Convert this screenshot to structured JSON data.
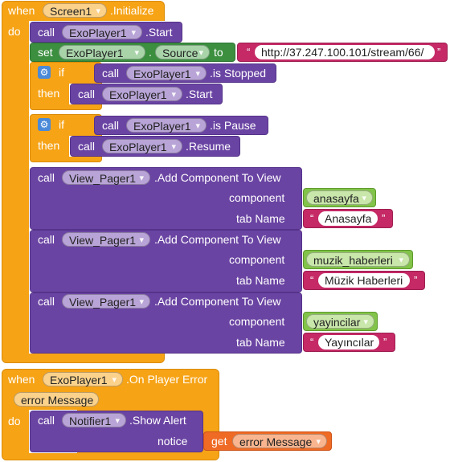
{
  "screen_init": {
    "when": "when",
    "component": "Screen1",
    "event": ".Initialize",
    "do": "do",
    "start_call": {
      "call": "call",
      "component": "ExoPlayer1",
      "method": ".Start"
    },
    "set_source": {
      "set": "set",
      "component": "ExoPlayer1",
      "dot": ".",
      "property": "Source",
      "to": "to",
      "url": "http://37.247.100.101/stream/66/"
    },
    "if_stopped": {
      "if": "if",
      "then": "then",
      "call": "call",
      "component": "ExoPlayer1",
      "method": ".is Stopped",
      "then_call": "call",
      "then_component": "ExoPlayer1",
      "then_method": ".Start"
    },
    "if_pause": {
      "if": "if",
      "then": "then",
      "call": "call",
      "component": "ExoPlayer1",
      "method": ".is Pause",
      "then_call": "call",
      "then_component": "ExoPlayer1",
      "then_method": ".Resume"
    },
    "add_views": [
      {
        "call": "call",
        "component": "View_Pager1",
        "method": ".Add Component To View",
        "component_label": "component",
        "tab_label": "tab Name",
        "component_value": "anasayfa",
        "tab_value": "Anasayfa"
      },
      {
        "call": "call",
        "component": "View_Pager1",
        "method": ".Add Component To View",
        "component_label": "component",
        "tab_label": "tab Name",
        "component_value": "muzik_haberleri",
        "tab_value": "Müzik Haberleri"
      },
      {
        "call": "call",
        "component": "View_Pager1",
        "method": ".Add Component To View",
        "component_label": "component",
        "tab_label": "tab Name",
        "component_value": "yayincilar",
        "tab_value": "Yayıncılar"
      }
    ]
  },
  "player_error": {
    "when": "when",
    "component": "ExoPlayer1",
    "event": ".On Player Error",
    "param": "error Message",
    "do": "do",
    "call": "call",
    "call_component": "Notifier1",
    "method": ".Show Alert",
    "notice_label": "notice",
    "get": "get",
    "get_var": "error Message"
  },
  "icons": {
    "dropdown": "chevron-down-icon",
    "mutator": "gear-icon"
  },
  "colors": {
    "event": "#f6a316",
    "procedure": "#6a44a3",
    "setter": "#3b8f3f",
    "text": "#c52966",
    "component": "#82c34a",
    "getter": "#ef6a24"
  }
}
